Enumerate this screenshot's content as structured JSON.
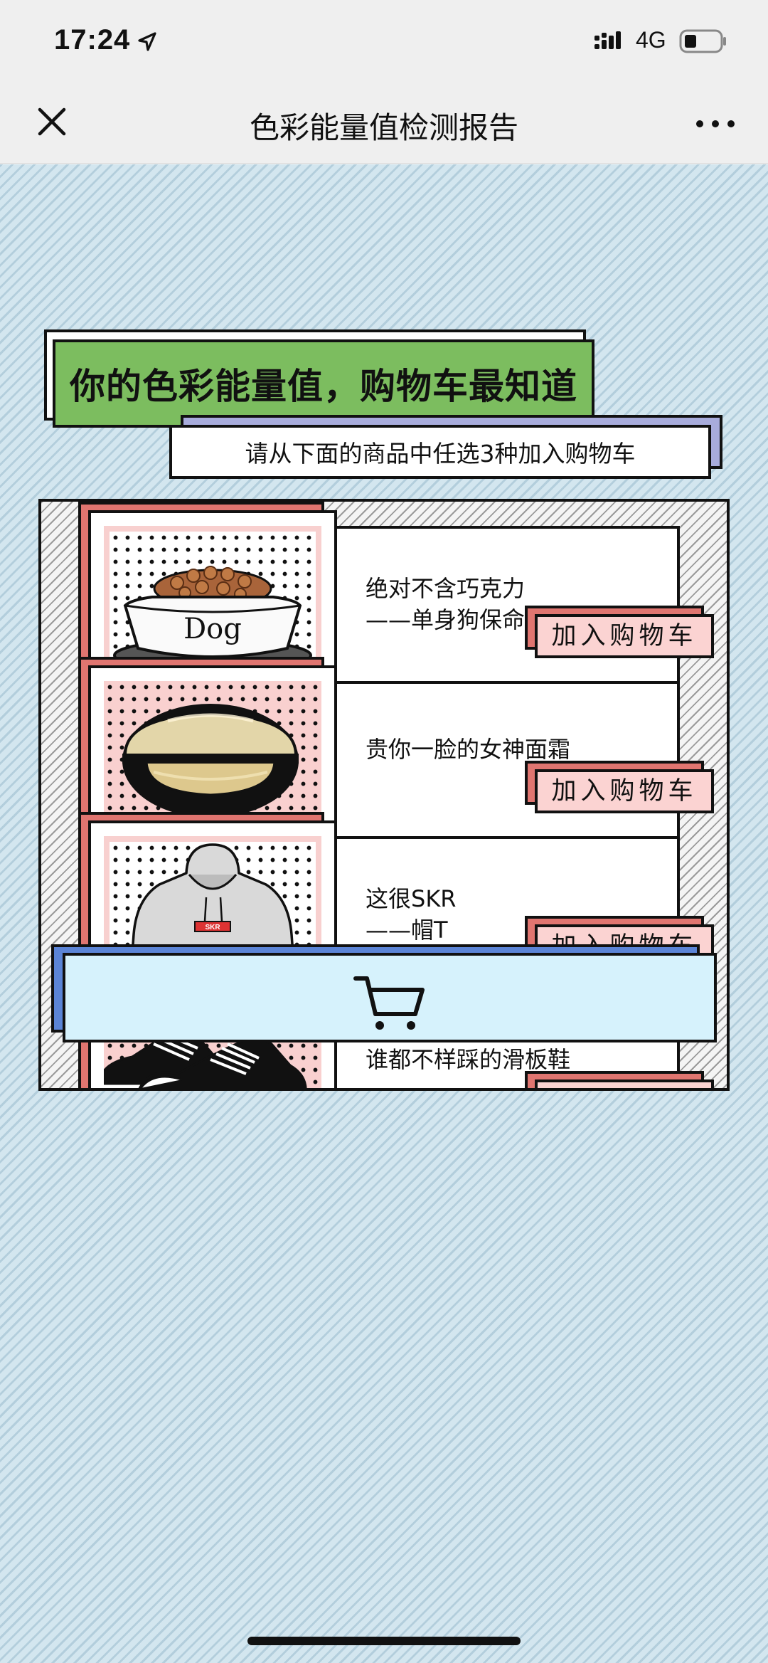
{
  "status_bar": {
    "time": "17:24",
    "network": "4G"
  },
  "nav": {
    "title": "色彩能量值检测报告"
  },
  "heading": {
    "title": "你的色彩能量值，购物车最知道",
    "subtitle": "请从下面的商品中任选3种加入购物车"
  },
  "products": [
    {
      "description": "绝对不含巧克力\n——单身狗保命狗粮",
      "button_label": "加入购物车",
      "image_text": "Dog",
      "icon": "dog-food-bowl-icon"
    },
    {
      "description": "贵你一脸的女神面霜",
      "button_label": "加入购物车",
      "icon": "face-cream-jar-icon"
    },
    {
      "description": "这很SKR\n——帽T",
      "button_label": "加入购物车",
      "image_text": "SKR",
      "icon": "hoodie-icon"
    },
    {
      "description": "谁都不样踩的滑板鞋",
      "button_label": "",
      "icon": "skate-shoes-icon"
    }
  ],
  "cart": {
    "icon": "shopping-cart-icon"
  },
  "colors": {
    "heading_green": "#7cbd5f",
    "accent_pink": "#fbd3d2",
    "accent_red": "#e07570",
    "cart_blue": "#d6f2fc",
    "shadow_blue": "#5b84d6",
    "shadow_purple": "#a8acdc",
    "background": "#d3e6ef"
  }
}
